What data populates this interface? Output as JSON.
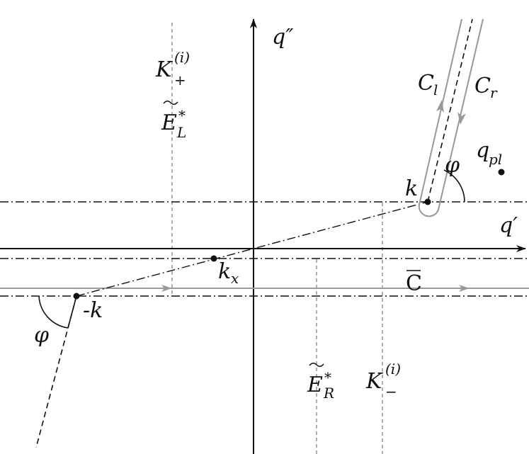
{
  "colors": {
    "ink": "#111111",
    "gray": "#999999",
    "background": "#ffffff"
  },
  "axes": {
    "horizontal": "q′",
    "vertical": "q″"
  },
  "points": {
    "k": "k",
    "minus_k": "-k",
    "k_x": "k",
    "k_x_sub": "x",
    "q_pl": "q",
    "q_pl_sub": "pl"
  },
  "contours": {
    "c_l": "C",
    "c_l_sub": "l",
    "c_r": "C",
    "c_r_sub": "r",
    "c_bar": "C"
  },
  "angles": {
    "phi_top": "φ",
    "phi_bottom": "φ"
  },
  "lines": {
    "k_plus": "K",
    "k_plus_sub": "+",
    "k_plus_sup": "(i)",
    "e_l": "E",
    "e_l_sub": "L",
    "e_l_sup": "*",
    "e_r": "E",
    "e_r_sub": "R",
    "e_r_sup": "*",
    "k_minus": "K",
    "k_minus_sub": "−",
    "k_minus_sup": "(i)"
  }
}
